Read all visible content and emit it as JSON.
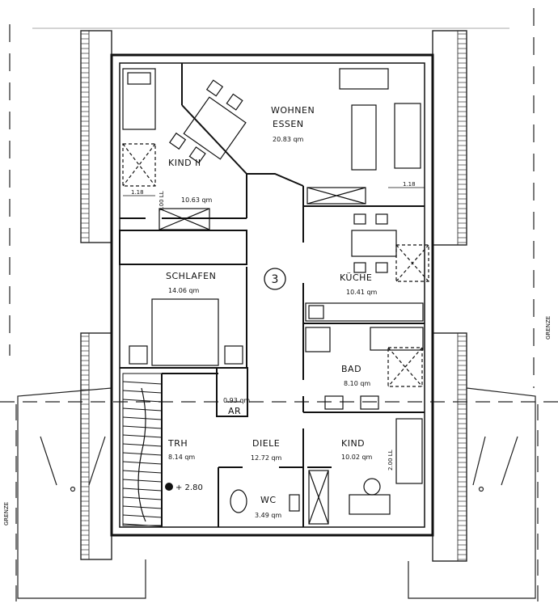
{
  "plan": {
    "apartment_number": "3",
    "boundary_label": "GRENZE",
    "rooms": [
      {
        "id": "wohnen",
        "name": "WOHNEN",
        "name2": "ESSEN",
        "area": "20.83 qm"
      },
      {
        "id": "kind2",
        "name": "KIND II",
        "area": "10.63 qm"
      },
      {
        "id": "schlafen",
        "name": "SCHLAFEN",
        "area": "14.06 qm"
      },
      {
        "id": "kueche",
        "name": "KÜCHE",
        "area": "10.41 qm"
      },
      {
        "id": "bad",
        "name": "BAD",
        "area": "8.10 qm"
      },
      {
        "id": "ar",
        "name": "AR",
        "area": "0.93 qm"
      },
      {
        "id": "trh",
        "name": "TRH",
        "area": "8.14 qm"
      },
      {
        "id": "diele",
        "name": "DIELE",
        "area": "12.72 qm"
      },
      {
        "id": "kind",
        "name": "KIND",
        "area": "10.02 qm"
      },
      {
        "id": "wc",
        "name": "WC",
        "area": "3.49 qm"
      }
    ],
    "dimensions": {
      "kind2_window": "1.18",
      "wohnen_window": "1.18",
      "kind2_ll": "1.00 LL",
      "kind_ll": "2.00 LL"
    },
    "elevation": "+ 2.80"
  }
}
